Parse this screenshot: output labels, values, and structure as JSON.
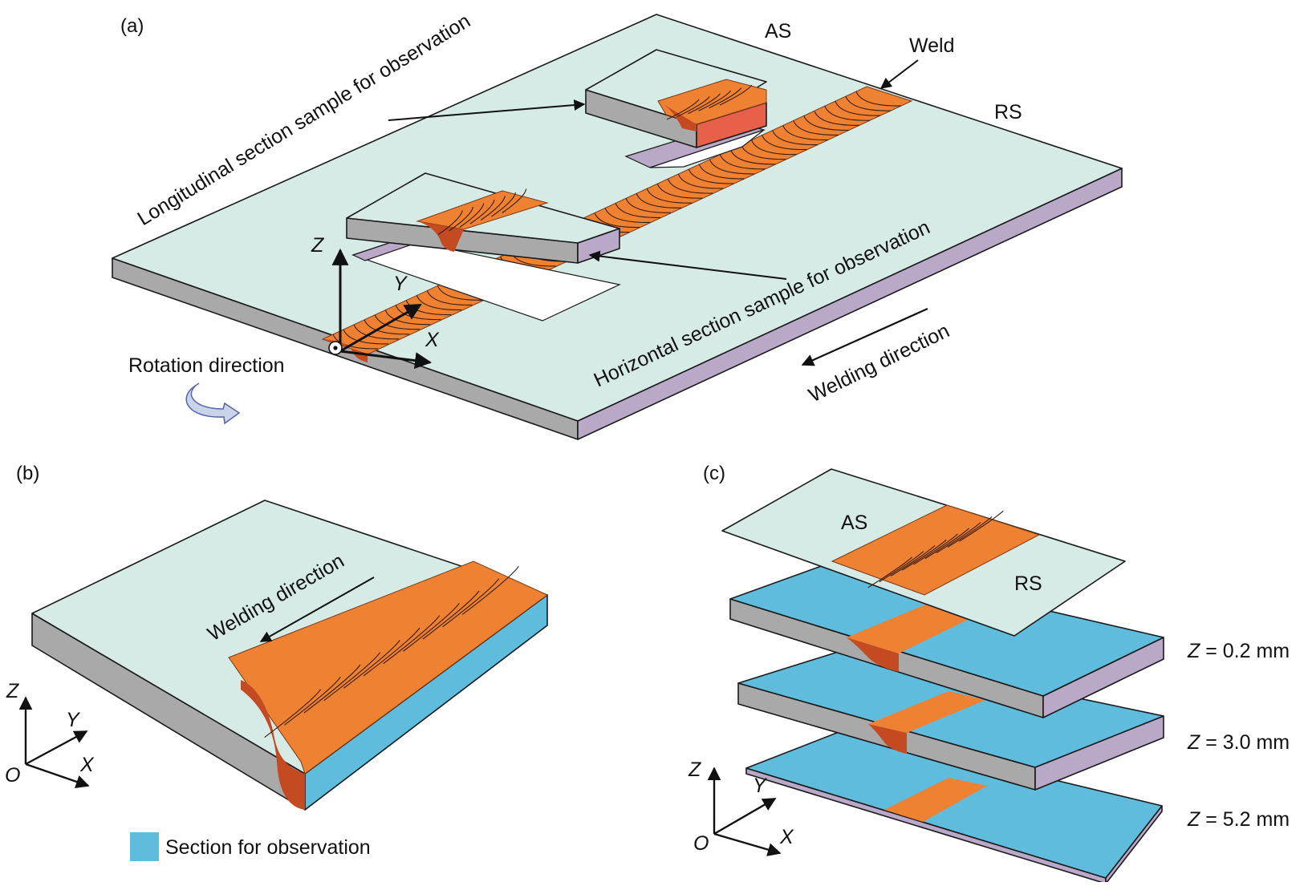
{
  "panels": {
    "a": {
      "label": "(a)",
      "as": "AS",
      "rs": "RS",
      "weld": "Weld",
      "longitudinal": "Longitudinal section sample for observation",
      "horizontal": "Horizontal section sample for observation",
      "welding_direction": "Welding direction",
      "rotation_direction": "Rotation direction",
      "axis_z": "Z",
      "axis_y": "Y",
      "axis_x": "X"
    },
    "b": {
      "label": "(b)",
      "welding_direction": "Welding direction",
      "axis_z": "Z",
      "axis_y": "Y",
      "axis_x": "X",
      "axis_o": "O",
      "legend": "Section for observation"
    },
    "c": {
      "label": "(c)",
      "as": "AS",
      "rs": "RS",
      "z_var": "Z",
      "levels": [
        " = 0.2 mm",
        " = 3.0 mm",
        " = 5.2 mm"
      ],
      "axis_z": "Z",
      "axis_y": "Y",
      "axis_x": "X",
      "axis_o": "O"
    }
  },
  "colors": {
    "plate_top": "#d6ebe6",
    "plate_side_left": "#a8a8a8",
    "plate_side_right": "#b8a8c6",
    "weld": "#ef8133",
    "weld_dark": "#c44a22",
    "section": "#5fbcdc"
  }
}
